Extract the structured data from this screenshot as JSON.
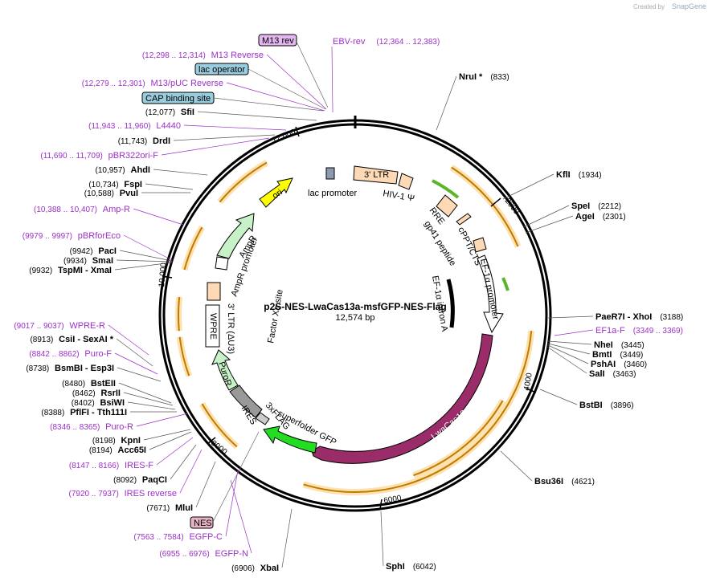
{
  "credit": {
    "text": "Created by",
    "brand": "SnapGene"
  },
  "plasmid": {
    "name": "p2S-NES-LwaCas13a-msfGFP-NES-Flag",
    "length": "12,574 bp",
    "total_bp": 12574
  },
  "ticks": [
    "2000",
    "4000",
    "6000",
    "8000",
    "10,000",
    "12,000"
  ],
  "boxed_labels": [
    {
      "text": "M13 rev",
      "kind": "primer"
    },
    {
      "text": "lac operator",
      "kind": "protein_bind"
    },
    {
      "text": "CAP binding site",
      "kind": "protein_bind"
    },
    {
      "text": "NES",
      "kind": "misc"
    }
  ],
  "right_labels": [
    {
      "name": "NruI *",
      "pos": "(833)"
    },
    {
      "name": "KflI",
      "pos": "(1934)"
    },
    {
      "name": "SpeI",
      "pos": "(2212)"
    },
    {
      "name": "AgeI",
      "pos": "(2301)"
    },
    {
      "name": "PaeR7I",
      "sep": " - ",
      "name2": "XhoI",
      "pos": "(3188)"
    },
    {
      "name": "EF1a-F",
      "pos": "(3349 .. 3369)",
      "primer": true
    },
    {
      "name": "NheI",
      "pos": "(3445)"
    },
    {
      "name": "BmtI",
      "pos": "(3449)"
    },
    {
      "name": "PshAI",
      "pos": "(3460)"
    },
    {
      "name": "SalI",
      "pos": "(3463)"
    },
    {
      "name": "BstBI",
      "pos": "(3896)"
    },
    {
      "name": "Bsu36I",
      "pos": "(4621)"
    },
    {
      "name": "SphI",
      "pos": "(6042)"
    }
  ],
  "left_labels": [
    {
      "name": "EBV-rev",
      "pos": "(12,364 .. 12,383)",
      "primer": true
    },
    {
      "name": "M13 Reverse",
      "pos": "(12,298 .. 12,314)",
      "primer": true
    },
    {
      "name": "M13/pUC Reverse",
      "pos": "(12,279 .. 12,301)",
      "primer": true
    },
    {
      "name": "SfiI",
      "pos": "(12,077)"
    },
    {
      "name": "L4440",
      "pos": "(11,943 .. 11,960)",
      "primer": true
    },
    {
      "name": "DrdI",
      "pos": "(11,743)"
    },
    {
      "name": "pBR322ori-F",
      "pos": "(11,690 .. 11,709)",
      "primer": true
    },
    {
      "name": "AhdI",
      "pos": "(10,957)"
    },
    {
      "name": "FspI",
      "pos": "(10,734)"
    },
    {
      "name": "PvuI",
      "pos": "(10,588)"
    },
    {
      "name": "Amp-R",
      "pos": "(10,388 .. 10,407)",
      "primer": true
    },
    {
      "name": "pBRforEco",
      "pos": "(9979 .. 9997)",
      "primer": true
    },
    {
      "name": "PacI",
      "pos": "(9942)"
    },
    {
      "name": "SmaI",
      "pos": "(9934)"
    },
    {
      "name": "TspMI",
      "sep": " - ",
      "name2": "XmaI",
      "pos": "(9932)"
    },
    {
      "name": "WPRE-R",
      "pos": "(9017 .. 9037)",
      "primer": true
    },
    {
      "name": "CsiI",
      "sep": " - ",
      "name2": "SexAI *",
      "pos": "(8913)"
    },
    {
      "name": "Puro-F",
      "pos": "(8842 .. 8862)",
      "primer": true
    },
    {
      "name": "BsmBI",
      "sep": " - ",
      "name2": "Esp3I",
      "pos": "(8738)"
    },
    {
      "name": "BstEII",
      "pos": "(8480)"
    },
    {
      "name": "RsrII",
      "pos": "(8462)"
    },
    {
      "name": "BsiWI",
      "pos": "(8402)"
    },
    {
      "name": "PflFI",
      "sep": " - ",
      "name2": "Tth111I",
      "pos": "(8388)"
    },
    {
      "name": "Puro-R",
      "pos": "(8346 .. 8365)",
      "primer": true
    },
    {
      "name": "KpnI",
      "pos": "(8198)"
    },
    {
      "name": "Acc65I",
      "pos": "(8194)"
    },
    {
      "name": "IRES-F",
      "pos": "(8147 .. 8166)",
      "primer": true
    },
    {
      "name": "PaqCI",
      "pos": "(8092)"
    },
    {
      "name": "IRES reverse",
      "pos": "(7920 .. 7937)",
      "primer": true
    },
    {
      "name": "MluI",
      "pos": "(7671)"
    },
    {
      "name": "EGFP-C",
      "pos": "(7563 .. 7584)",
      "primer": true
    },
    {
      "name": "EGFP-N",
      "pos": "(6955 .. 6976)",
      "primer": true
    },
    {
      "name": "XbaI",
      "pos": "(6906)"
    }
  ],
  "features": [
    {
      "label": "3' LTR",
      "color": "#fdd9b5"
    },
    {
      "label": "HIV-1 Ψ",
      "color": "#fdd9b5"
    },
    {
      "label": "RRE",
      "color": "#fdd9b5"
    },
    {
      "label": "gp41 peptide",
      "color": "#fdd9b5"
    },
    {
      "label": "cPPT/CTS",
      "color": "#fdd9b5"
    },
    {
      "label": "EF-1α promoter",
      "color": "#ffffff"
    },
    {
      "label": "EF-1α intron A",
      "color": "#000000"
    },
    {
      "label": "LwaCas13a",
      "color": "#9b2c6a"
    },
    {
      "label": "superfolder GFP",
      "color": "#22dd22"
    },
    {
      "label": "3xFLAG",
      "color": "#cccccc"
    },
    {
      "label": "IRES",
      "color": "#999999"
    },
    {
      "label": "PuroR",
      "color": "#c7f2c7"
    },
    {
      "label": "WPRE",
      "color": "#ffffff"
    },
    {
      "label": "3' LTR (ΔU3)",
      "color": "#fdd9b5"
    },
    {
      "label": "Factor Xa site",
      "color": "#ffffff"
    },
    {
      "label": "AmpR promoter",
      "color": "#ffffff"
    },
    {
      "label": "AmpR",
      "color": "#c7f2c7"
    },
    {
      "label": "ori",
      "color": "#ffff00"
    },
    {
      "label": "lac promoter",
      "color": "#ffffff"
    }
  ],
  "colors": {
    "primer": "#9b30c8",
    "orf_orange": "#f5a623",
    "ring": "#000000"
  }
}
